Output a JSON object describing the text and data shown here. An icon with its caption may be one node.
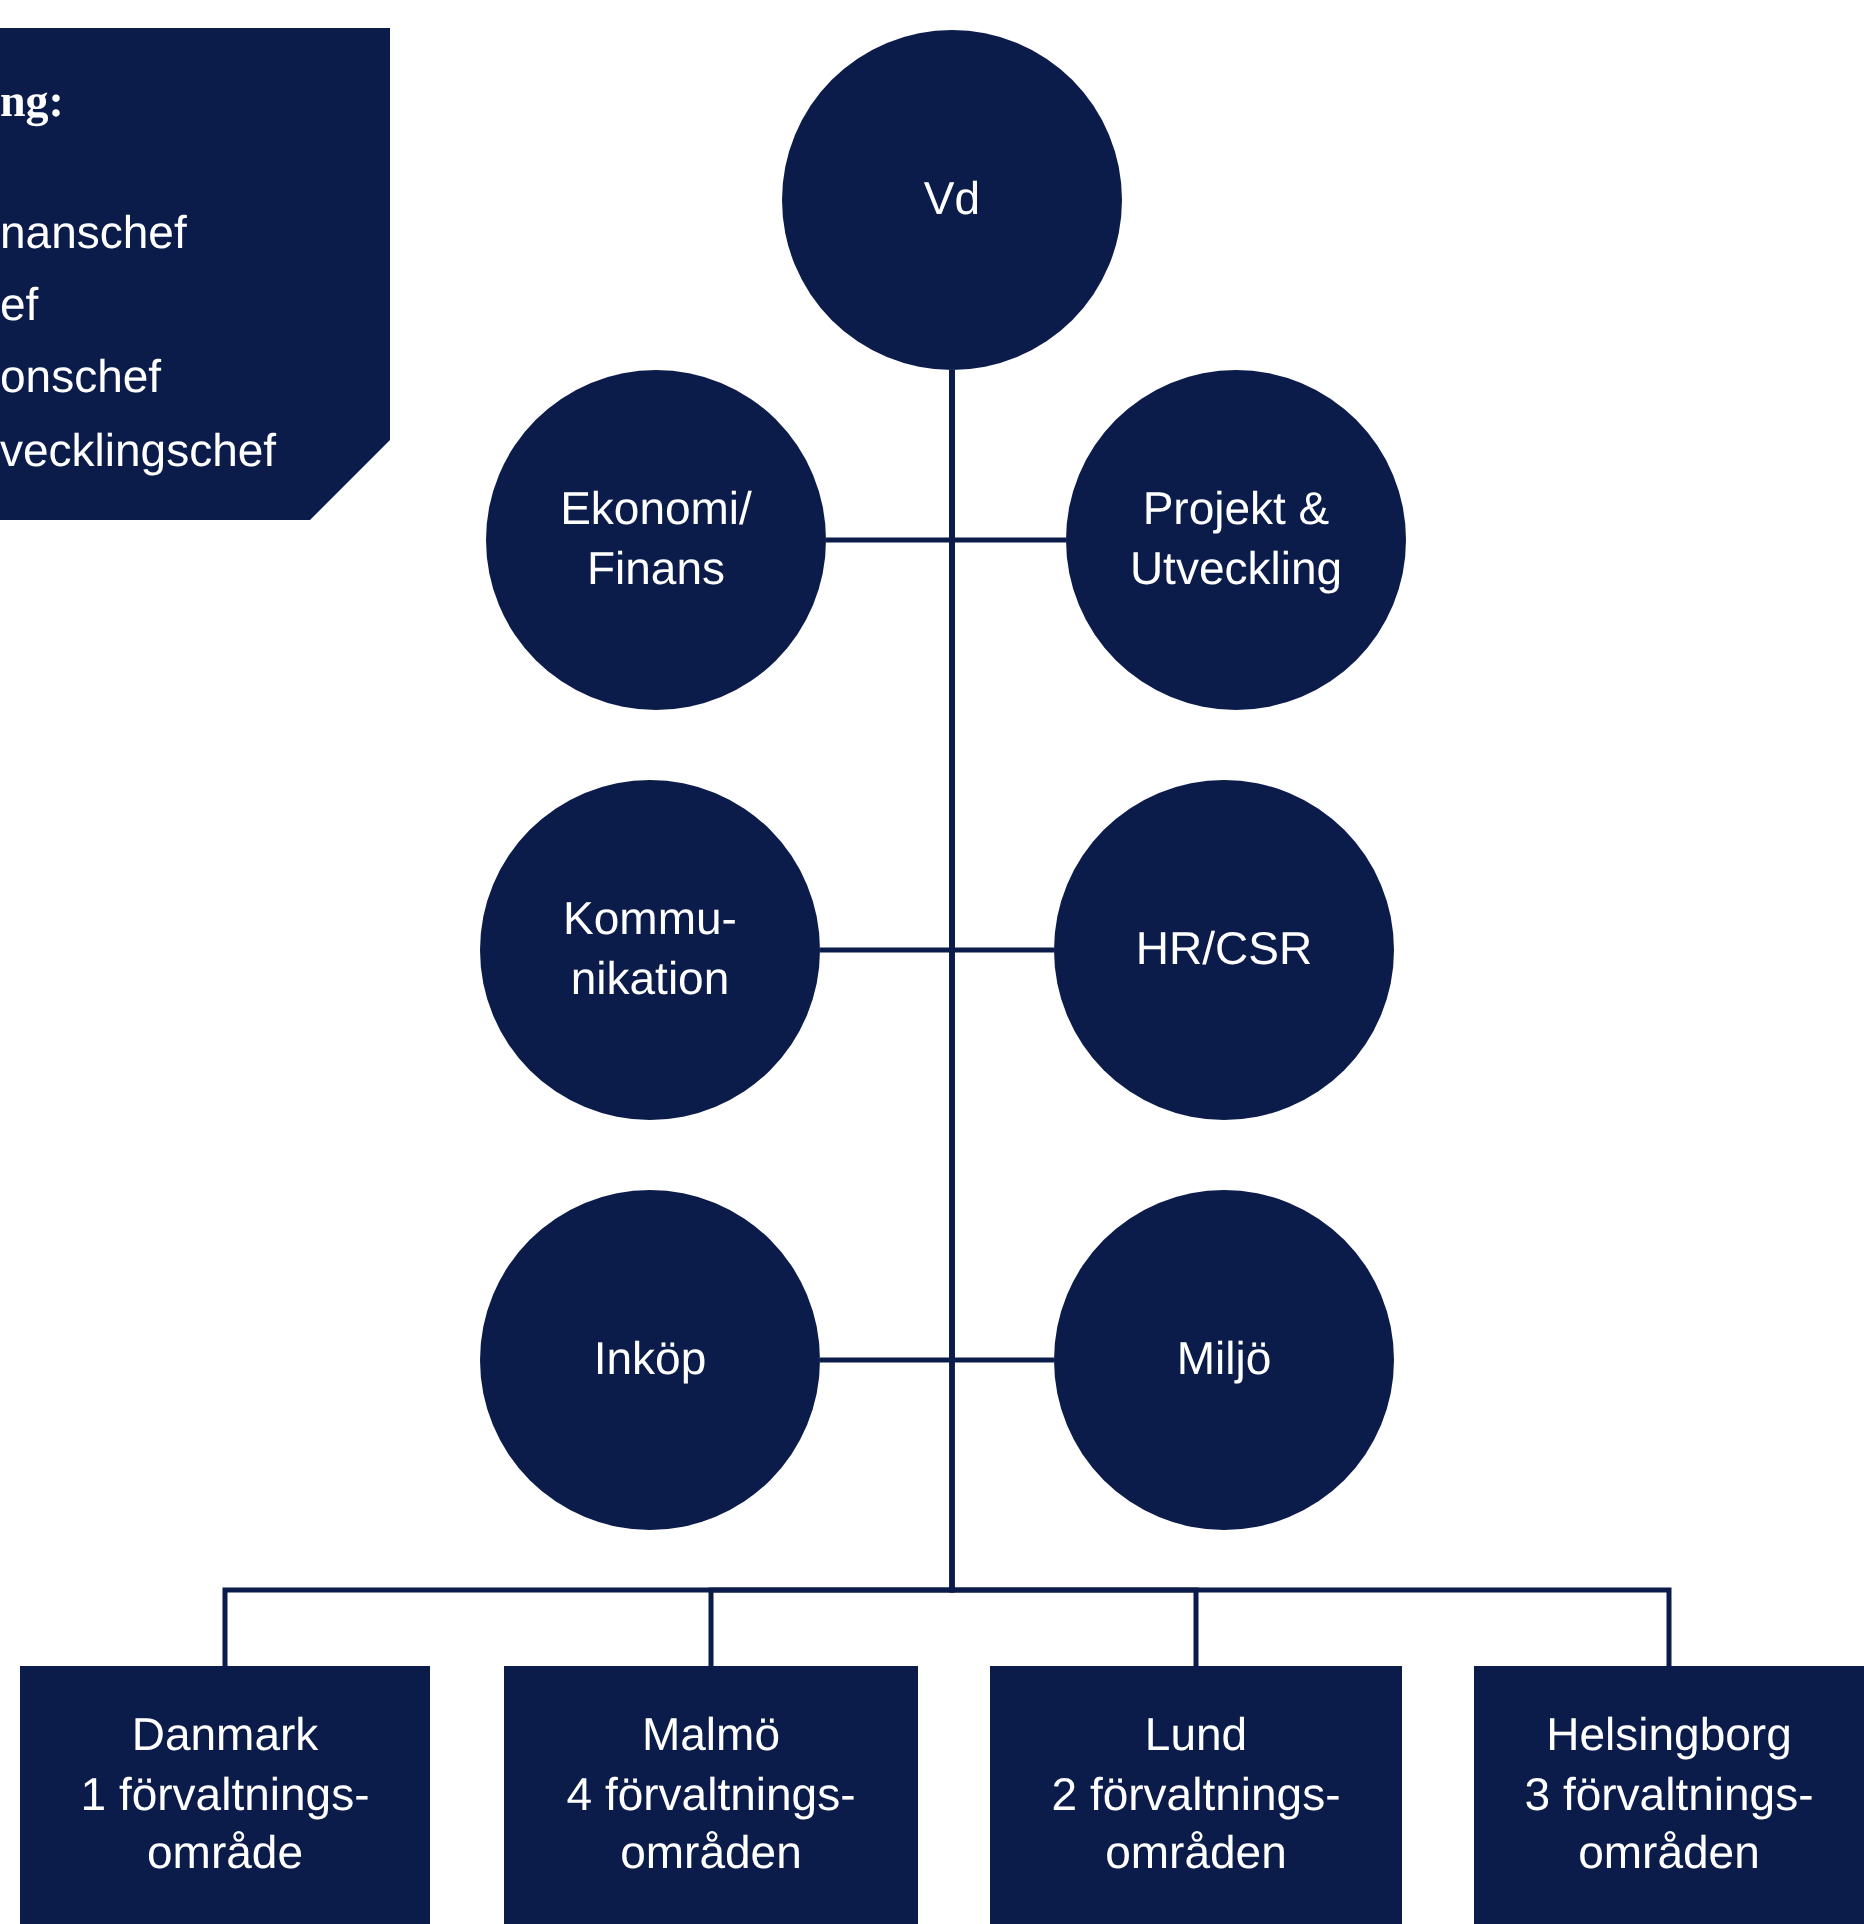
{
  "diagram": {
    "nodes": [
      {
        "text": [
          "ng:",
          "nanschef",
          "ef",
          "onschef",
          "vecklingschef"
        ]
      },
      {
        "text": [
          "Vd"
        ]
      },
      {
        "text": [
          "Ekonomi/ Finans"
        ]
      },
      {
        "text": [
          "Projekt & Utveckling"
        ]
      },
      {
        "text": [
          "Kommu- nikation"
        ]
      },
      {
        "text": [
          "HR/CSR"
        ]
      },
      {
        "text": [
          "Inköp"
        ]
      },
      {
        "text": [
          "Miljö"
        ]
      },
      {
        "text": [
          "Danmark",
          "1 förvaltnings- område"
        ]
      },
      {
        "text": [
          "Malmö",
          "4 förvaltnings- områden"
        ]
      },
      {
        "text": [
          "Lund",
          "2 förvaltnings- områden"
        ]
      },
      {
        "text": [
          "Helsingborg",
          "3 förvaltnings- områden"
        ]
      }
    ],
    "edges": [
      {
        "from": 1,
        "to": 2,
        "arrow": "none"
      },
      {
        "from": 1,
        "to": 3,
        "arrow": "none"
      },
      {
        "from": 1,
        "to": 4,
        "arrow": "none"
      },
      {
        "from": 1,
        "to": 5,
        "arrow": "none"
      },
      {
        "from": 1,
        "to": 6,
        "arrow": "none"
      },
      {
        "from": 1,
        "to": 7,
        "arrow": "none"
      },
      {
        "from": 1,
        "to": 8,
        "arrow": "none"
      },
      {
        "from": 1,
        "to": 9,
        "arrow": "none"
      },
      {
        "from": 1,
        "to": 10,
        "arrow": "none"
      },
      {
        "from": 1,
        "to": 11,
        "arrow": "none"
      }
    ]
  }
}
